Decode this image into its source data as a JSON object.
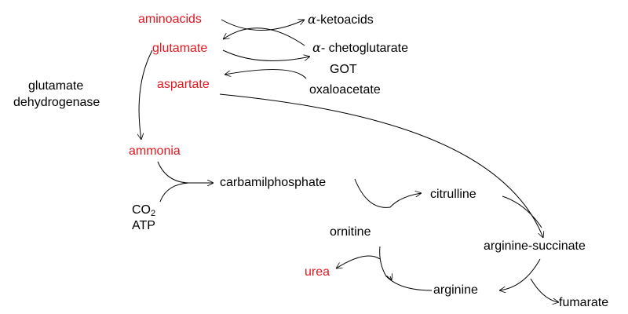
{
  "metabolites": {
    "aminoacids": "aminoacids",
    "ketoacids": "-ketoacids",
    "glutamate": "glutamate",
    "chetoglutarate": "- chetoglutarate",
    "got": "GOT",
    "aspartate": "aspartate",
    "oxaloacetate": "oxaloacetate",
    "ammonia": "ammonia",
    "carbamilphosphate": "carbamilphosphate",
    "co2_base": "CO",
    "co2_sub": "2",
    "atp": "ATP",
    "citrulline": "citrulline",
    "ornitine": "ornitine",
    "arginine_succinate": "arginine-succinate",
    "urea": "urea",
    "arginine": "arginine",
    "fumarate": "fumarate"
  },
  "enzymes": {
    "gdh_line1": "glutamate",
    "gdh_line2": "dehydrogenase"
  },
  "symbols": {
    "alpha": "α"
  },
  "colors": {
    "highlight": "#e0181f",
    "text": "#000000"
  }
}
